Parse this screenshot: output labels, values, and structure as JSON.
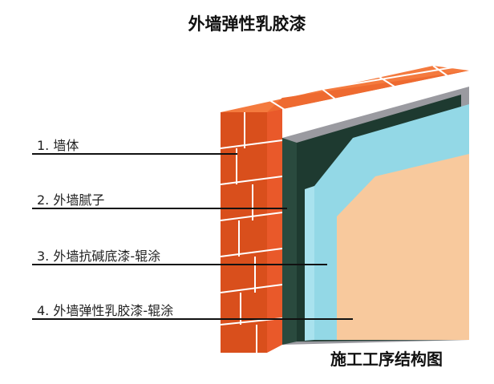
{
  "title": "外墙弹性乳胶漆",
  "layers": [
    {
      "label": "1. 墙体",
      "color": "#f0642a"
    },
    {
      "label": "2. 外墙腻子",
      "color": "#9a9aa0"
    },
    {
      "label": "3. 外墙抗碱底漆-辊涂",
      "color": "#93d8e6"
    },
    {
      "label": "4. 外墙弹性乳胶漆-辊涂",
      "color": "#f8c99d"
    }
  ],
  "colors": {
    "brick_front": "#f0642a",
    "brick_side": "#d94f1c",
    "brick_top": "#f47a3e",
    "mortar": "#ffffff",
    "base_coat": "#1e3a30",
    "putty": "#9a9aa0"
  },
  "caption": "施工工序结构图"
}
